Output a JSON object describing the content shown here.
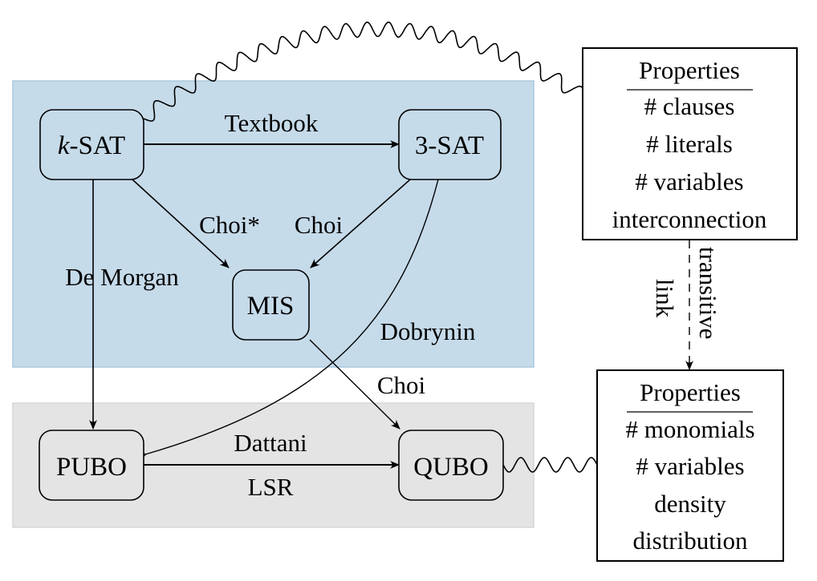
{
  "colors": {
    "sat_region": "#c6dbea",
    "sat_region_border": "#a9c8de",
    "qubo_region": "#e4e4e4",
    "qubo_region_border": "#d6d6d6",
    "line": "#000000"
  },
  "nodes": {
    "ksat": {
      "prefix": "k",
      "suffix": "-SAT"
    },
    "sat3": {
      "label": "3-SAT"
    },
    "mis": {
      "label": "MIS"
    },
    "pubo": {
      "label": "PUBO"
    },
    "qubo": {
      "label": "QUBO"
    }
  },
  "edges": {
    "textbook": "Textbook",
    "choi_star": "Choi*",
    "choi_3sat_mis": "Choi",
    "de_morgan": "De Morgan",
    "dobrynin": "Dobrynin",
    "choi_mis_qubo": "Choi",
    "dattani": "Dattani",
    "lsr": "LSR"
  },
  "sat_properties": {
    "title": "Properties",
    "items": [
      "# clauses",
      "# literals",
      "# variables",
      "interconnection"
    ]
  },
  "qubo_properties": {
    "title": "Properties",
    "items": [
      "# monomials",
      "# variables",
      "density",
      "distribution"
    ]
  },
  "transitive_link": {
    "line1": "transitive",
    "line2": "link"
  }
}
